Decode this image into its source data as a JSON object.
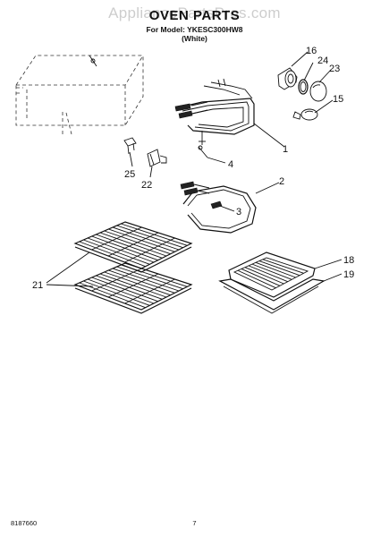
{
  "watermark": "AppliancePartsPros.com",
  "header": {
    "title": "OVEN PARTS",
    "model_line": "For Model: YKESC300HW8",
    "color_line": "(White)"
  },
  "callouts": {
    "c1": "1",
    "c2": "2",
    "c3": "3",
    "c4": "4",
    "c15": "15",
    "c16": "16",
    "c18": "18",
    "c19": "19",
    "c21": "21",
    "c22": "22",
    "c23": "23",
    "c24": "24",
    "c25": "25"
  },
  "footer": {
    "doc_number": "8187660",
    "page_number": "7"
  }
}
